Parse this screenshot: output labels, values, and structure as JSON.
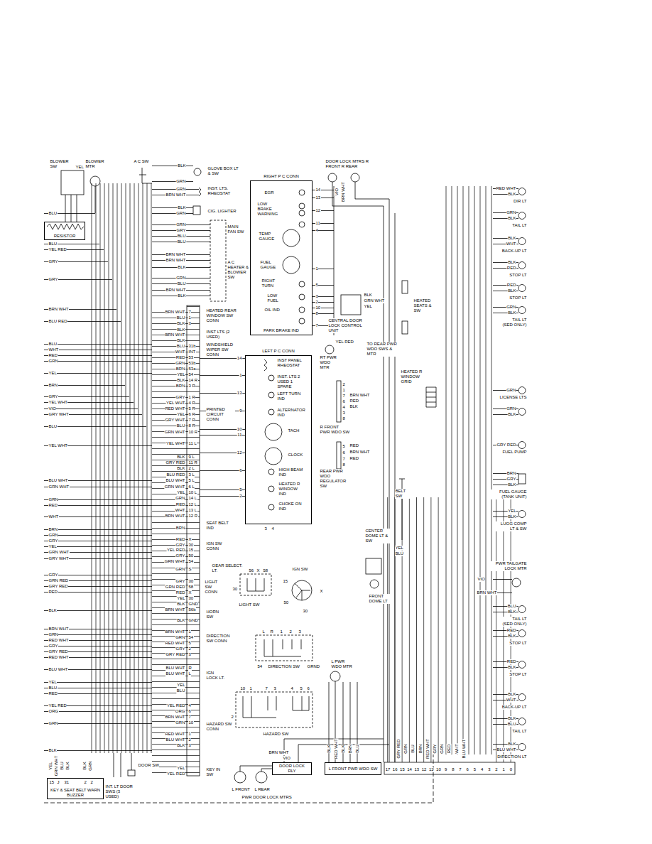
{
  "diagram": {
    "nodes": [
      {
        "text": [
          "RESISTOR"
        ]
      },
      {
        "text": [
          "RIGHT P C CONN",
          "PARK BRAKE IND"
        ]
      },
      {
        "text": [
          "LEFT P C CONN"
        ]
      },
      {
        "text": [
          "KEY & SEAT BELT WARN BUZZER"
        ]
      },
      {
        "text": [
          "DOOR LOCK RLY"
        ]
      },
      {
        "text": [
          "L FRONT PWR WDO SW"
        ]
      }
    ],
    "labels": [
      "BLU",
      "BLU",
      "YEL RED",
      "GRY",
      "GRY",
      "BRN WHT",
      "BLU RED",
      "BLU",
      "WHT",
      "RED",
      "GRN",
      "YEL",
      "BRN",
      "GRY",
      "YEL WHT",
      "VIO",
      "GRY WHT",
      "BLU",
      "YEL WHT",
      "BLU WHT",
      "GRN WHT",
      "GRN",
      "RED",
      "WHT",
      "BRN",
      "GRN",
      "GRY",
      "YEL",
      "GRN WHT",
      "GRY WHT",
      "GRY",
      "GRN RED",
      "GRY RED",
      "RED",
      "BLK",
      "BRN WHT",
      "GRN",
      "RED WHT",
      "GRY",
      "GRY RED",
      "RED WHT",
      "BLU WHT",
      "YEL",
      "BLU",
      "RED",
      "YEL RED",
      "ORG",
      "GRN",
      "BLK",
      "BLOWER SW",
      "BLOWER MTR",
      "A C SW",
      "YEL",
      "GLOVE BOX LT & SW",
      "INST. LTS. RHEOSTAT",
      "CIG. LIGHTER",
      "MAIN FAN SW",
      "A C HEATER & BLOWER SW",
      "BLK",
      "GRN",
      "GRN",
      "BRN WHT",
      "BLK",
      "GRN",
      "GRN",
      "GRY",
      "BLU",
      "BLU",
      "BRN WHT",
      "BRN WHT",
      "BLK",
      "GRN",
      "BLU",
      "BRN WHT",
      "BLK",
      "HEATED REAR WINDOW SW CONN",
      "INST LTS (2 USED)",
      "WINDSHIELD WIPER SW CONN",
      "PRINTED CIRCUIT CONN",
      "SEAT BELT IND",
      "IGN SW CONN",
      "GEAR SELECT. LT.",
      "LIGHT SW CONN",
      "HORN SW",
      "DIRECTION SW CONN",
      "IGN LOCK LT.",
      "HAZARD SW CONN",
      "KEY IN SW",
      "DOOR SW",
      "INT. LT DOOR SWS (3 USED)",
      "BRN WHT",
      "7",
      "BLU",
      "1",
      "BLK",
      "3",
      "BLU",
      "31b",
      "WHT",
      "INT",
      "RED",
      "53",
      "GRN",
      "53b",
      "BRN",
      "53a",
      "YEL",
      "54",
      "BLK",
      "14 R",
      "BRN",
      "3 R",
      "GRY",
      "1 R",
      "YEL WHT",
      "4 R",
      "RED WHT",
      "5 R",
      "YEL",
      "6 R",
      "GRY WHT",
      "7 R",
      "BLU",
      "8 R",
      "GRN WHT",
      "10 R",
      "YEL WHT",
      "11 L",
      "BLK",
      "9 L",
      "GRY RED",
      "11 R",
      "BLK",
      "2 L",
      "BLU RED",
      "3 L",
      "BLU WHT",
      "5 L",
      "GRN WHT",
      "6 L",
      "YEL",
      "10 L",
      "GRN",
      "14 L",
      "RED",
      "12 L",
      "WHT",
      "13 L",
      "BRN WHT",
      "12 R",
      "RED",
      "X",
      "GRY",
      "30",
      "YEL RED",
      "15",
      "GRY",
      "50",
      "GRN WHT",
      "54",
      "GRN",
      "S",
      "GRY",
      "30",
      "GRN RED",
      "58",
      "RED",
      "X",
      "YEL",
      "30",
      "BLK",
      "GND",
      "BRN WHT",
      "56b",
      "BLK",
      "GND",
      "BRN WHT",
      "1",
      "GRN",
      "54",
      "RED WHT",
      "5",
      "GRY",
      "2",
      "GRY RED",
      "3",
      "BLU WHT",
      "R",
      "BLU WHT",
      "L",
      "YEL RED",
      "4",
      "ORG",
      "6",
      "BRN WHT",
      "7",
      "GRN",
      "10",
      "RED WHT",
      "1",
      "BLU WHT",
      "2",
      "BLK",
      "3",
      "BLK",
      "BRN WHT",
      "BLK",
      "BRN",
      "YEL",
      "BLU",
      "YEL",
      "YEL RED",
      "EGR",
      "LOW BRAKE WARNING",
      "TEMP GAUGE",
      "FUEL GAUGE",
      "RIGHT TURN",
      "LOW FUEL",
      "OIL IND",
      "14",
      "13",
      "12",
      "11",
      "4",
      "1",
      "5",
      "3",
      "2",
      "10",
      "8",
      "7",
      "INST PANEL RHEOSTAT",
      "INST. LTS 2 USED 1 SPARE",
      "LEFT TURN IND",
      "ALTERNATOR IND",
      "TACH",
      "CLOCK",
      "HIGH BEAM IND",
      "HEATED R WINDOW IND",
      "CHOKE ON IND",
      "14",
      "1",
      "13",
      "9",
      "10",
      "11",
      "12",
      "6",
      "5",
      "2",
      "3",
      "4",
      "56",
      "X",
      "58",
      "30",
      "LIGHT SW",
      "IGN SW",
      "15",
      "X",
      "50",
      "30",
      "L",
      "R",
      "1",
      "2",
      "3",
      "54",
      "DIRECTION SW",
      "GRND",
      "10",
      "1",
      "7",
      "3",
      "4",
      "5",
      "6",
      "2",
      "HAZARD SW",
      "DOOR LOCK MTRS R FRONT R REAR",
      "VIO",
      "BRN WHT",
      "CENTRAL DOOR LOCK CONTROL UNIT",
      "BLK",
      "GRN WHT",
      "YEL",
      "HEATED SEATS & SW",
      "TO REAR PWR WDO SWS & MTR",
      "YEL RED",
      "RT PWR WDO MTR",
      "2",
      "1",
      "7",
      "6",
      "4",
      "3",
      "8",
      "BRN WHT",
      "RED",
      "BLK",
      "R FRONT PWR WDO SW",
      "5",
      "6",
      "7",
      "8",
      "RED",
      "BRN WHT",
      "RED",
      "REAR PWR WDO REGULATOR SW",
      "HEATED R WINDOW GRID",
      "BELT SW",
      "CENTER DOME LT & SW",
      "YEL",
      "BLU",
      "FRONT DOME LT",
      "VIO",
      "L PWR WDO MTR",
      "BRN WHT",
      "VIO",
      "L FRONT",
      "L REAR",
      "PWR DOOR LOCK MTRS",
      "17",
      "16",
      "15",
      "14",
      "13",
      "12",
      "11",
      "10",
      "9",
      "8",
      "7",
      "6",
      "5",
      "4",
      "3",
      "2",
      "1",
      "0",
      "GRY RED",
      "GRN",
      "BLU",
      "BRN",
      "RED WHT",
      "GRY",
      "GRN",
      "RED",
      "WHT",
      "BLU WHT",
      "BLK",
      "RED WHT",
      "BLK",
      "BRN",
      "BLU",
      "YEL",
      "GRN WHT",
      "BLU",
      "BLK",
      "BLK",
      "GRN",
      "15",
      "J",
      "31",
      "2",
      "2",
      "RED WHT",
      "BLK",
      "DIR LT",
      "GRN",
      "BLK",
      "TAIL LT",
      "BLK",
      "WHT",
      "BACK-UP LT",
      "BLK",
      "RED",
      "STOP LT",
      "RED",
      "BLK",
      "STOP LT",
      "GRN",
      "BLK",
      "TAIL LT (SED ONLY)",
      "GRN",
      "LICENSE LTS",
      "GRN",
      "BLK",
      "GRY RED",
      "FUEL PUMP",
      "BRN",
      "GRY",
      "BLK",
      "FUEL GAUGE (TANK UNIT)",
      "YEL",
      "BLK",
      "LUGG COMP LT & SW",
      "PWR TAILGATE LOCK MTR",
      "BRN WHT",
      "BLU",
      "BLK",
      "TAIL LT (SED ONLY)",
      "RED",
      "BLK",
      "STOP LT",
      "RED",
      "BLK",
      "STOP LT",
      "BLK",
      "WHT",
      "BACK-UP LT",
      "BLK",
      "BLU",
      "TAIL LT",
      "BLK",
      "BLU WHT",
      "DIRECTION LT"
    ]
  }
}
